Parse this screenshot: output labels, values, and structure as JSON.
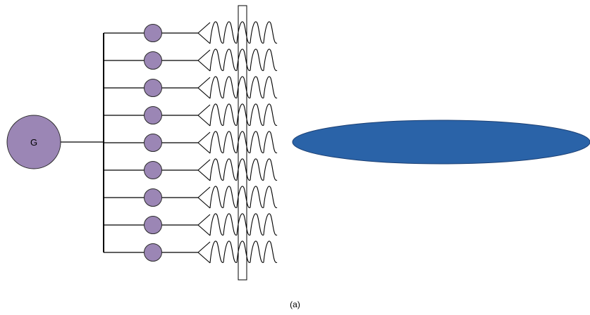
{
  "diagram": {
    "generator_label": "G",
    "caption": "(a)",
    "branch_count": 9,
    "colors": {
      "generator_fill": "#9b86b5",
      "node_fill": "#9b86b5",
      "outline": "#2a2a2a",
      "wire": "#000000",
      "ellipse_fill": "#2a63a8",
      "ellipse_stroke": "#1b3f73"
    }
  }
}
